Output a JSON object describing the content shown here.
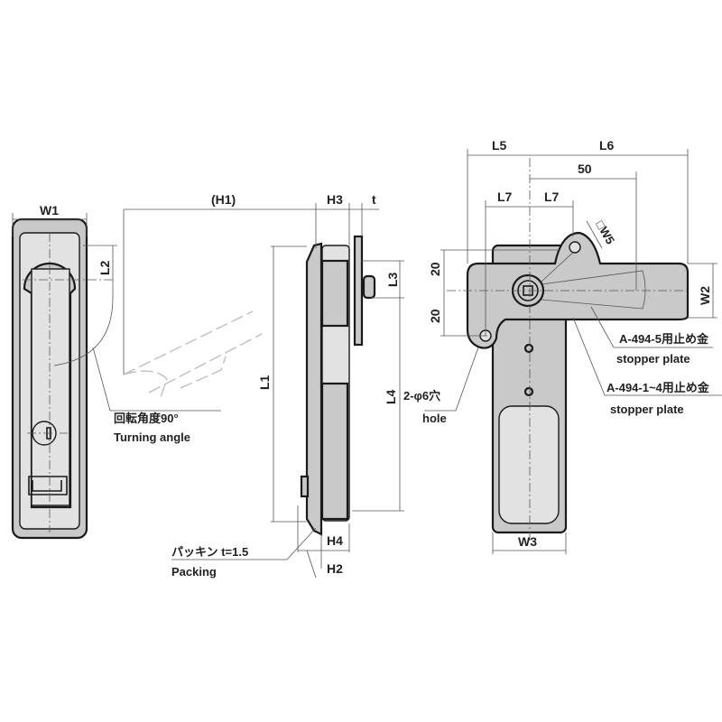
{
  "front_view": {
    "w1": "W1",
    "l2": "L2",
    "turning_angle_jp": "回転角度90°",
    "turning_angle_en": "Turning angle"
  },
  "side_view": {
    "h1": "(H1)",
    "h3": "H3",
    "t": "t",
    "l3": "L3",
    "l1": "L1",
    "l4": "L4",
    "h4": "H4",
    "h2": "H2",
    "packing_jp": "パッキン t=1.5",
    "packing_en": "Packing"
  },
  "rear_view": {
    "l5": "L5",
    "l6": "L6",
    "dim_50": "50",
    "l7_left": "L7",
    "l7_right": "L7",
    "w5": "□W5",
    "dim_20_top": "20",
    "dim_20_bottom": "20",
    "w2": "W2",
    "w3": "W3",
    "hole_jp": "2-φ6穴",
    "hole_en": "hole",
    "stopper5_jp": "A-494-5用止め金",
    "stopper5_en": "stopper plate",
    "stopper14_jp": "A-494-1~4用止め金",
    "stopper14_en": "stopper plate"
  }
}
